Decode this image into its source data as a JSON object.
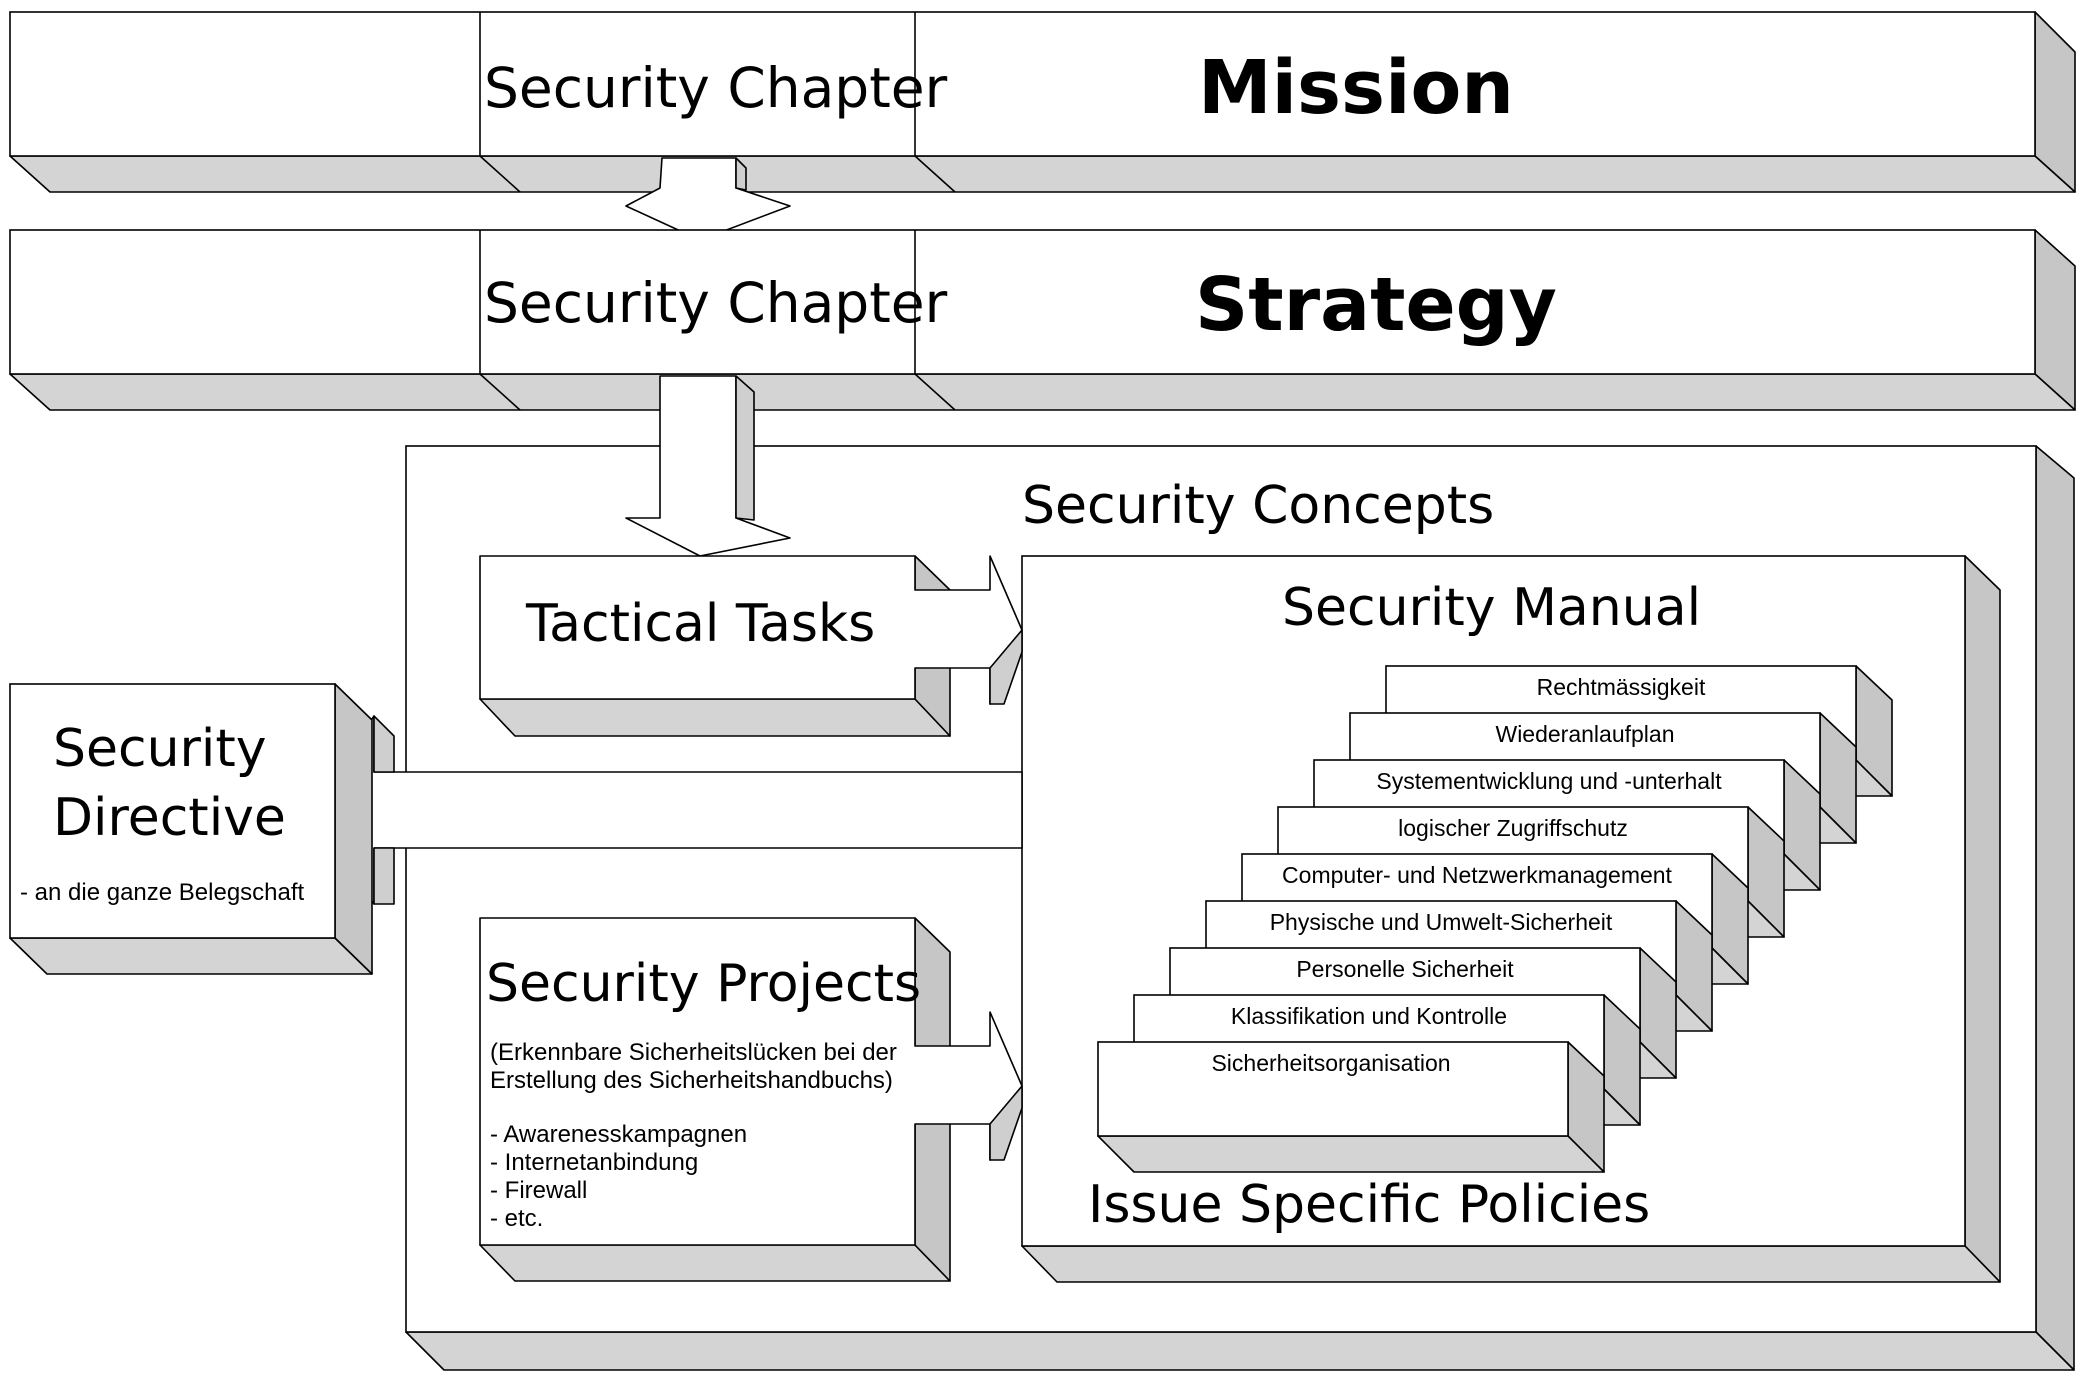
{
  "mission": {
    "chapter": "Security Chapter",
    "title": "Mission"
  },
  "strategy": {
    "chapter": "Security Chapter",
    "title": "Strategy"
  },
  "concepts": {
    "title": "Security Concepts"
  },
  "tactical": {
    "title": "Tactical Tasks"
  },
  "manual": {
    "title": "Security Manual",
    "footer": "Issue Specific Policies"
  },
  "policies": [
    "Rechtmässigkeit",
    "Wiederanlaufplan",
    "Systementwicklung und -unterhalt",
    "logischer Zugriffschutz",
    "Computer- und Netzwerkmanagement",
    "Physische und Umwelt-Sicherheit",
    "Personelle Sicherheit",
    "Klassifikation und Kontrolle",
    "Sicherheitsorganisation"
  ],
  "directive": {
    "title_line1": "Security",
    "title_line2": "Directive",
    "note": "- an die ganze Belegschaft"
  },
  "projects": {
    "title": "Security Projects",
    "desc_line1": "(Erkennbare Sicherheitslücken bei der",
    "desc_line2": "Erstellung des Sicherheitshandbuchs)",
    "items": [
      "- Awarenesskampagnen",
      "- Internetanbindung",
      "- Firewall",
      "- etc."
    ]
  }
}
